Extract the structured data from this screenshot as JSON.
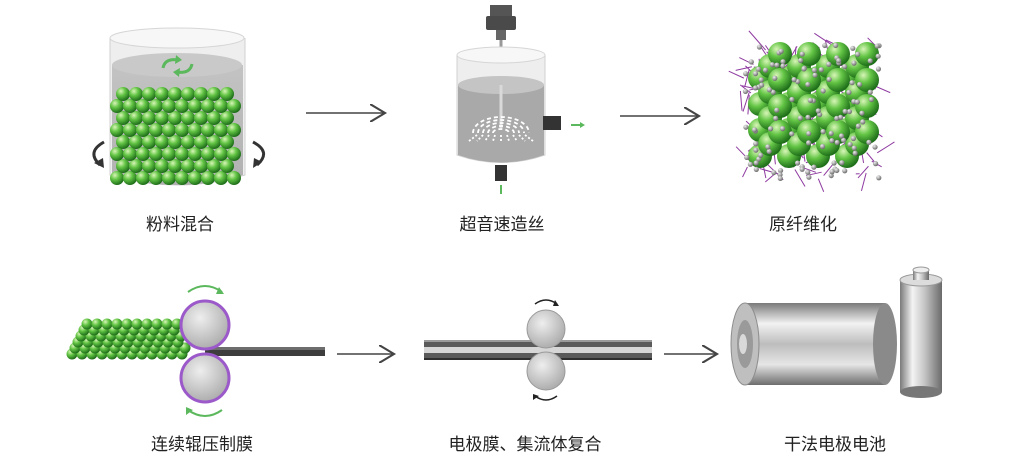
{
  "steps": [
    {
      "label": "粉料混合"
    },
    {
      "label": "超音速造丝"
    },
    {
      "label": "原纤维化"
    },
    {
      "label": "连续辊压制膜"
    },
    {
      "label": "电极膜、集流体复合"
    },
    {
      "label": "干法电极电池"
    }
  ],
  "colors": {
    "particle": "#5cc24a",
    "particle_dark": "#2f7d24",
    "fiber": "#8e3aa0",
    "roller_ring": "#9b59c9",
    "arrow": "#444444",
    "rotate_green": "#5cb85c",
    "container": "#d9d9d9"
  }
}
